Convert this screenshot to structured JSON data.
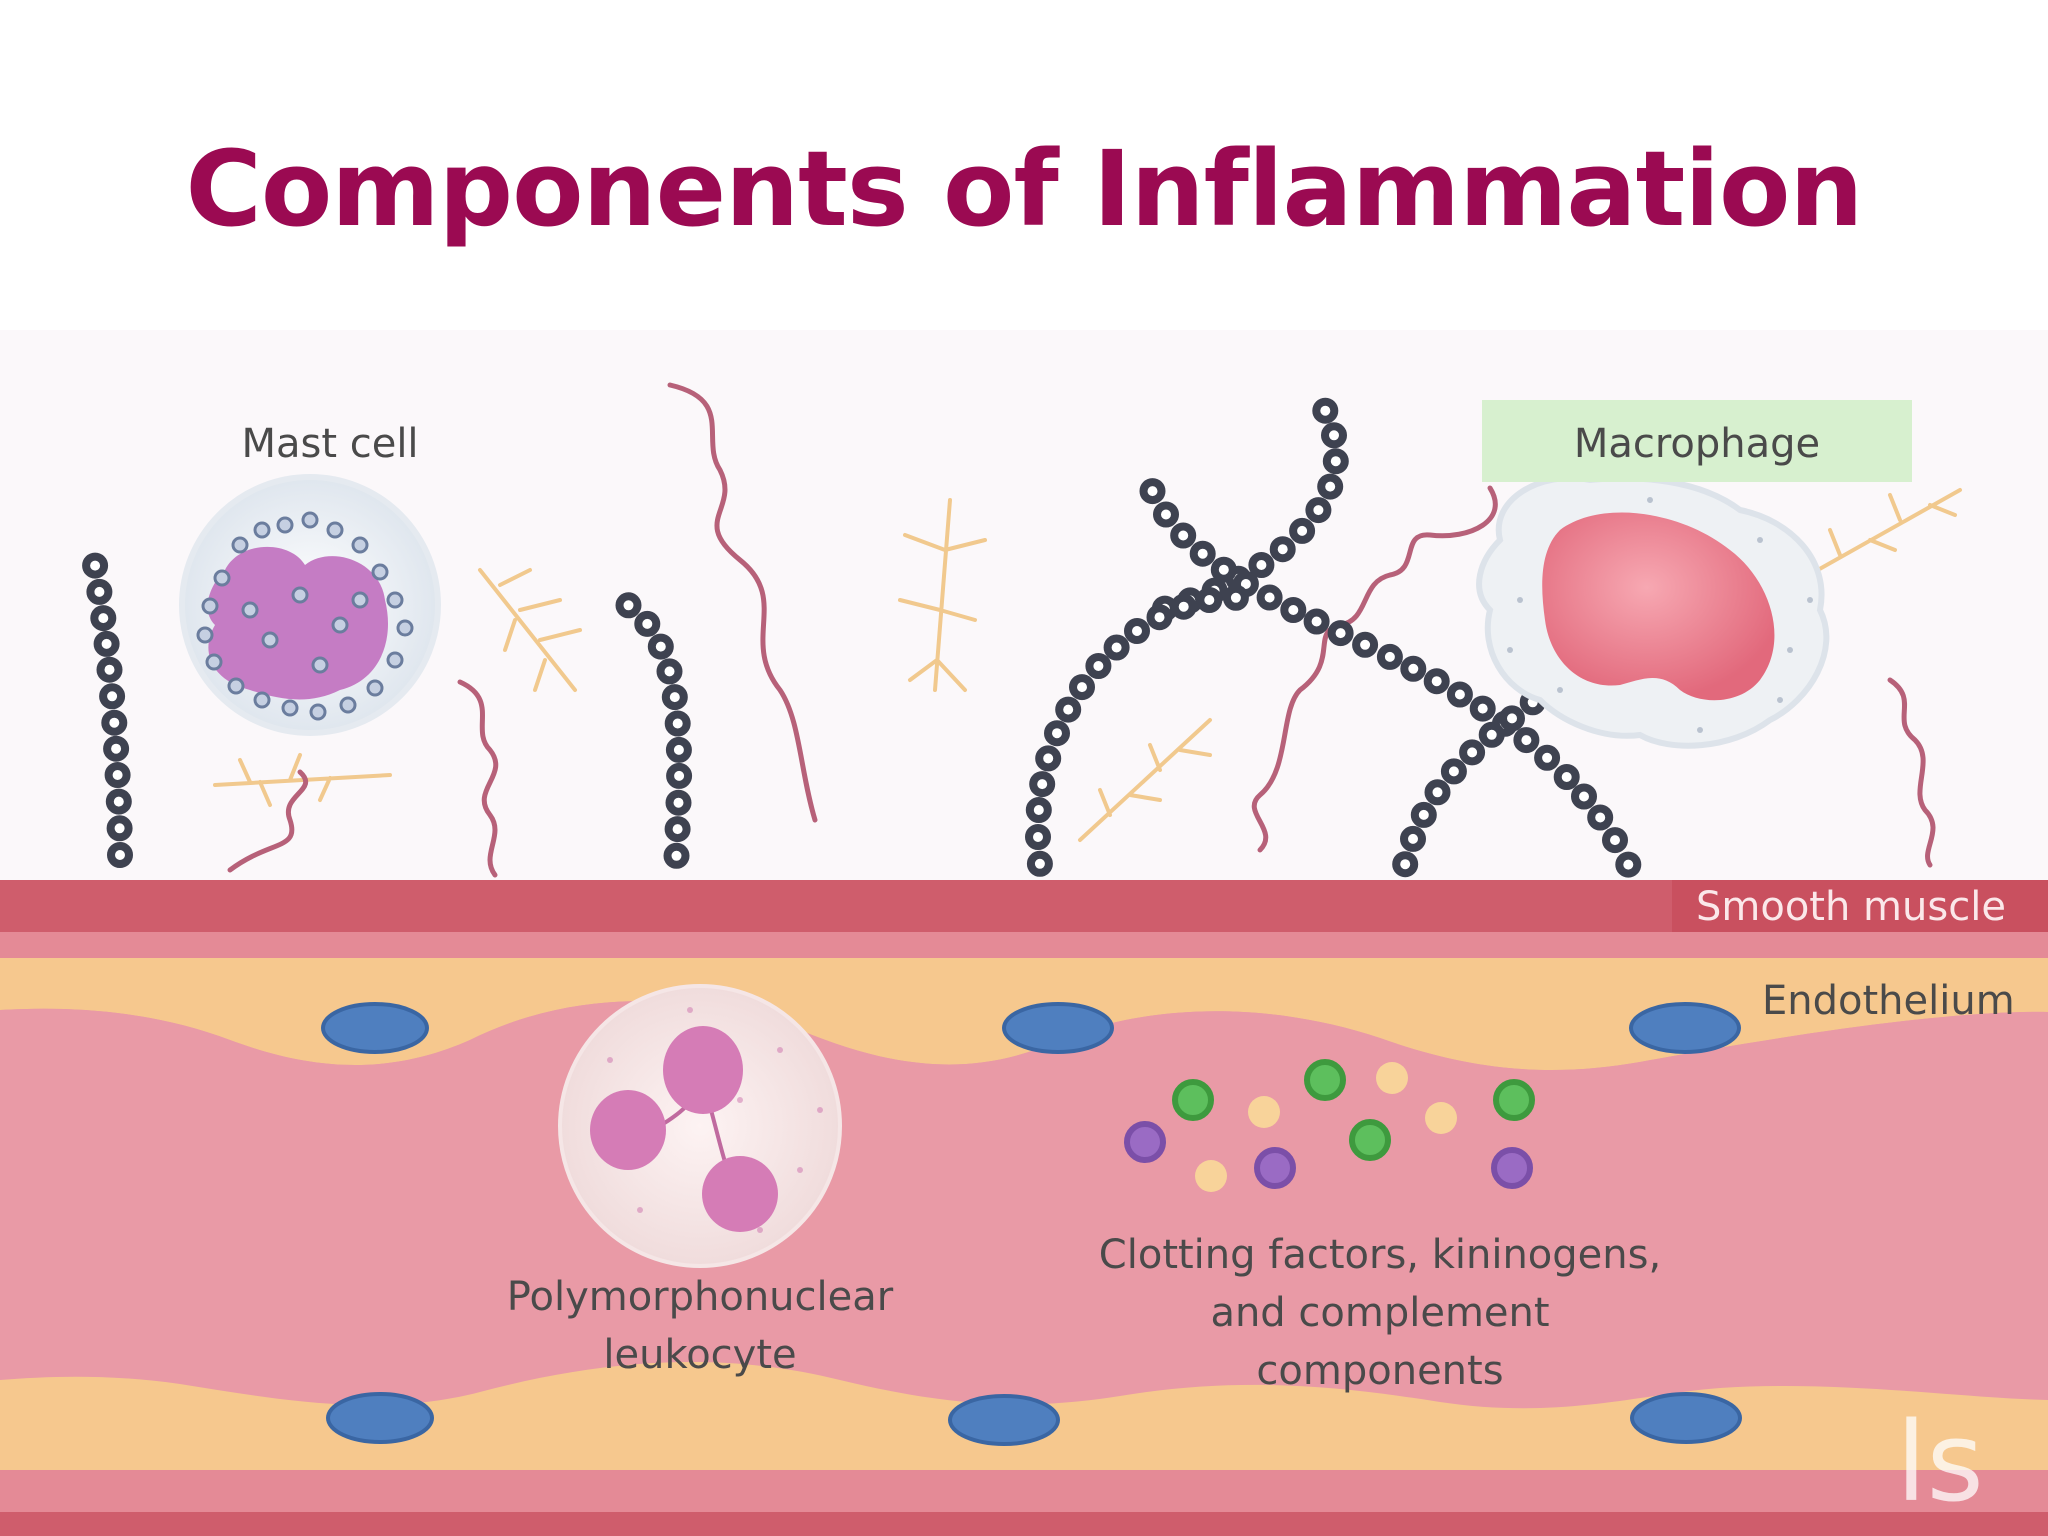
{
  "title": "Components of Inflammation",
  "colors": {
    "title": "#9b0a52",
    "vessel": "#e79aa4",
    "smooth_muscle": "#cf5d6c",
    "endothelium": "#f6c88e",
    "nucleus": "#4f7fbf",
    "chain": "#3e4250",
    "fiber": "#b76179",
    "macrophage_label_bg": "#d7f0cf"
  },
  "labels": {
    "mast_cell": "Mast cell",
    "macrophage": "Macrophage",
    "smooth_muscle": "Smooth muscle",
    "endothelium": "Endothelium",
    "pmn_line1": "Polymorphonuclear",
    "pmn_line2": "leukocyte",
    "plasma_line1": "Clotting factors, kininogens,",
    "plasma_line2": "and complement",
    "plasma_line3": "components",
    "watermark": "ls"
  }
}
